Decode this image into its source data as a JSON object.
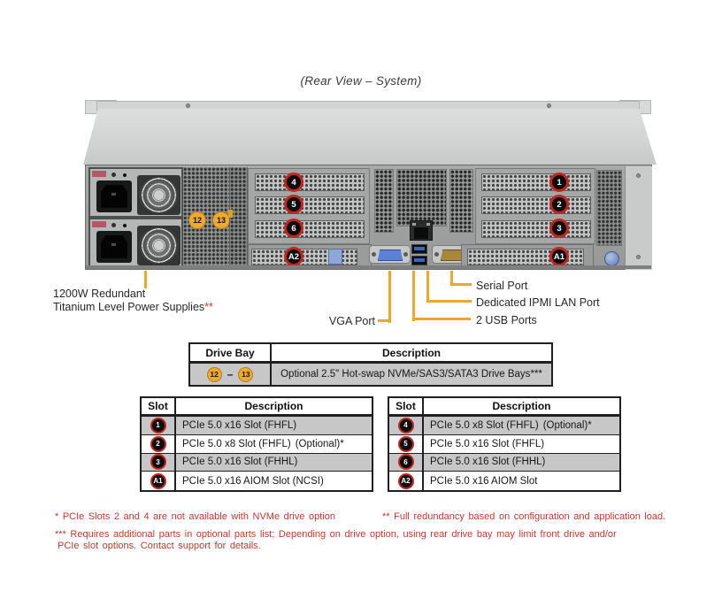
{
  "title": "(Rear View – System)",
  "callout_labels": {
    "psu_line1": "1200W Redundant",
    "psu_line2": "Titanium Level Power Supplies",
    "psu_marker": "**",
    "vga": "VGA Port",
    "serial": "Serial Port",
    "ipmi": "Dedicated IPMI LAN Port",
    "usb": "2 USB Ports"
  },
  "panel_badges": {
    "slot1": "1",
    "slot2": "2",
    "slot3": "3",
    "slot4": "4",
    "slot5": "5",
    "slot6": "6",
    "aiom1": "A1",
    "aiom2": "A2",
    "bay12": "12",
    "bay13": "13"
  },
  "drive_bay_table": {
    "headers": [
      "Drive Bay",
      "Description"
    ],
    "row": {
      "bay_start": "12",
      "dash": "–",
      "bay_end": "13",
      "description": "Optional 2.5\" Hot-swap NVMe/SAS3/SATA3 Drive Bays",
      "marker": "***"
    }
  },
  "slot_tables": [
    {
      "headers": [
        "Slot",
        "Description"
      ],
      "rows": [
        {
          "slot": "1",
          "description": "PCIe 5.0 x16 Slot (FHFL)",
          "optional": ""
        },
        {
          "slot": "2",
          "description": "PCIe 5.0 x8 Slot (FHFL)",
          "optional": "(Optional)*"
        },
        {
          "slot": "3",
          "description": "PCIe 5.0 x16 Slot (FHHL)",
          "optional": ""
        },
        {
          "slot": "A1",
          "description": "PCIe 5.0 x16 AIOM Slot (NCSI)",
          "optional": ""
        }
      ]
    },
    {
      "headers": [
        "Slot",
        "Description"
      ],
      "rows": [
        {
          "slot": "4",
          "description": "PCIe 5.0 x8 Slot (FHFL)",
          "optional": "(Optional)*"
        },
        {
          "slot": "5",
          "description": "PCIe 5.0 x16 Slot (FHFL)",
          "optional": ""
        },
        {
          "slot": "6",
          "description": "PCIe 5.0 x16 Slot (FHHL)",
          "optional": ""
        },
        {
          "slot": "A2",
          "description": "PCIe 5.0 x16 AIOM Slot",
          "optional": ""
        }
      ]
    }
  ],
  "footnotes": {
    "note1": "* PCIe Slots 2 and 4 are not available with NVMe drive option",
    "note2": "** Full redundancy based on configuration and application load.",
    "note3_line1": "*** Requires additional parts in optional parts list; Depending on drive option, using rear drive bay may limit front drive and/or",
    "note3_line2": "PCIe slot options. Contact support for details."
  },
  "colors": {
    "callout_line": "#efa62c",
    "bay_badge": "#edaa2e",
    "slot_badge_ring": "#c22522",
    "footnote_red": "#c23b31",
    "table_row_gray": "#c6c7c6"
  }
}
